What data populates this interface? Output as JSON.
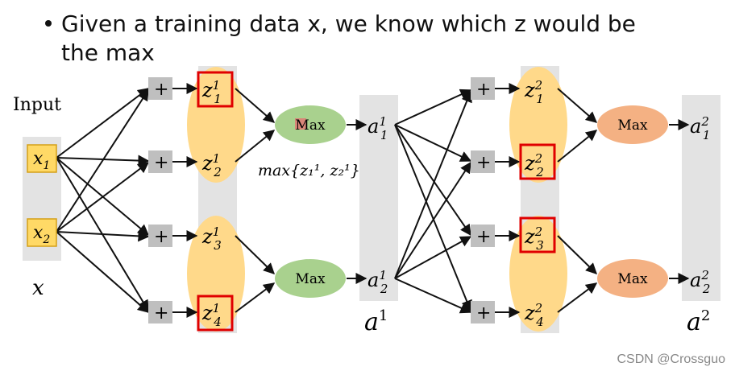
{
  "bullet": {
    "line1": "Given a training data x, we know which z would be",
    "line2": "the max"
  },
  "input_label": "Input",
  "x_label": "x",
  "a1_label": "a",
  "a1_sup": "1",
  "a2_label": "a",
  "a2_sup": "2",
  "plus": "+",
  "max_label": "Max",
  "max_label_first": "Max",
  "formula": "max{z₁¹, z₂¹}",
  "inputs": [
    {
      "name": "x",
      "sub": "1"
    },
    {
      "name": "x",
      "sub": "2"
    }
  ],
  "layer1_z": [
    {
      "name": "z",
      "sub": "1",
      "sup": "1",
      "selected": true
    },
    {
      "name": "z",
      "sub": "2",
      "sup": "1",
      "selected": false
    },
    {
      "name": "z",
      "sub": "3",
      "sup": "1",
      "selected": false
    },
    {
      "name": "z",
      "sub": "4",
      "sup": "1",
      "selected": true
    }
  ],
  "layer1_a": [
    {
      "name": "a",
      "sub": "1",
      "sup": "1"
    },
    {
      "name": "a",
      "sub": "2",
      "sup": "1"
    }
  ],
  "layer2_z": [
    {
      "name": "z",
      "sub": "1",
      "sup": "2",
      "selected": false
    },
    {
      "name": "z",
      "sub": "2",
      "sup": "2",
      "selected": true
    },
    {
      "name": "z",
      "sub": "3",
      "sup": "2",
      "selected": true
    },
    {
      "name": "z",
      "sub": "4",
      "sup": "2",
      "selected": false
    }
  ],
  "layer2_a": [
    {
      "name": "a",
      "sub": "1",
      "sup": "2"
    },
    {
      "name": "a",
      "sub": "2",
      "sup": "2"
    }
  ],
  "watermark": "CSDN @Crossguo",
  "colors": {
    "input_box": "#ffd966",
    "input_box_border": "#d4a017",
    "plus_box": "#bfbfbf",
    "ellipse": "#ffd98a",
    "max_green": "#a9d18e",
    "max_orange": "#f4b183",
    "column_gray": "#e3e3e3",
    "highlight_red": "#e00000"
  }
}
